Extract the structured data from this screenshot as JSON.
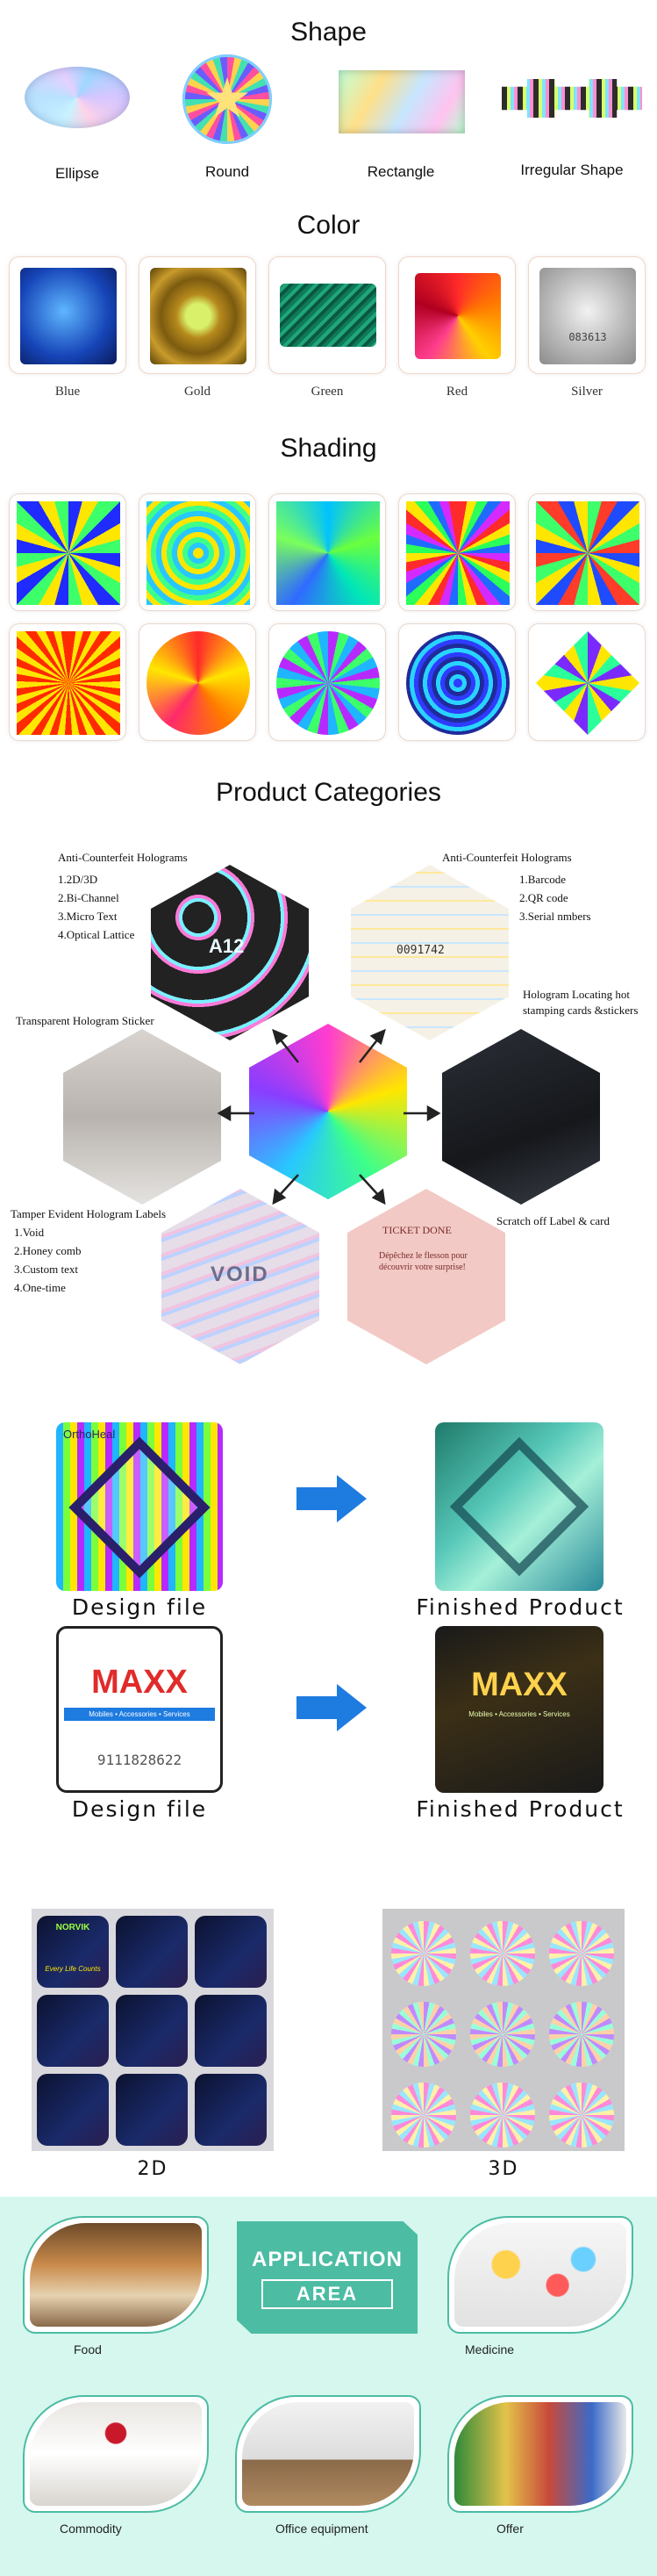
{
  "shape": {
    "title": "Shape",
    "items": [
      "Ellipse",
      "Round",
      "Rectangle",
      "Irregular Shape"
    ]
  },
  "color": {
    "title": "Color",
    "items": [
      "Blue",
      "Gold",
      "Green",
      "Red",
      "Silver"
    ],
    "silver_code": "083613"
  },
  "shading": {
    "title": "Shading"
  },
  "categories": {
    "title": "Product Categories",
    "anti1": {
      "title": "Anti-Counterfeit Holograms",
      "lines": [
        "1.2D/3D",
        "2.Bi-Channel",
        "3.Micro Text",
        "4.Optical Lattice"
      ]
    },
    "anti2": {
      "title": "Anti-Counterfeit Holograms",
      "lines": [
        "1.Barcode",
        "2.QR code",
        "3.Serial nmbers"
      ]
    },
    "transparent": "Transparent Hologram Sticker",
    "locating": "Hologram Locating hot stamping cards &stickers",
    "tamper": {
      "title": "Tamper Evident Hologram Labels",
      "lines": [
        "1.Void",
        "2.Honey comb",
        "3.Custom text",
        "4.One-time"
      ]
    },
    "scratch": "Scratch off Label & card",
    "hex_texts": {
      "a12": "A12",
      "void": "VOID",
      "ticket": "TICKET DONE",
      "ticket_sub": "Dépêchez le flesson pour découvrir votre surprise!",
      "serial": "0091742"
    }
  },
  "design": {
    "row1": {
      "left": "Design file",
      "right": "Finished Product"
    },
    "row2": {
      "left": "Design file",
      "right": "Finished Product"
    },
    "brand": "MAXX",
    "brand_sub": "Mobiles • Accessories • Services",
    "phone": "9111828622",
    "ortho": "OrthoHeal"
  },
  "dim": {
    "left": "2D",
    "right": "3D",
    "norvik": "NORVIK",
    "slogan": "Every Life Counts"
  },
  "application": {
    "title_line1": "APPLICATION",
    "title_line2": "AREA",
    "items": [
      "Food",
      "Medicine",
      "Commodity",
      "Office equipment",
      "Offer"
    ]
  },
  "colors": {
    "teal": "#4cbca3",
    "mint_bg": "#d5f7ee",
    "arrow_blue": "#1e7be0"
  }
}
